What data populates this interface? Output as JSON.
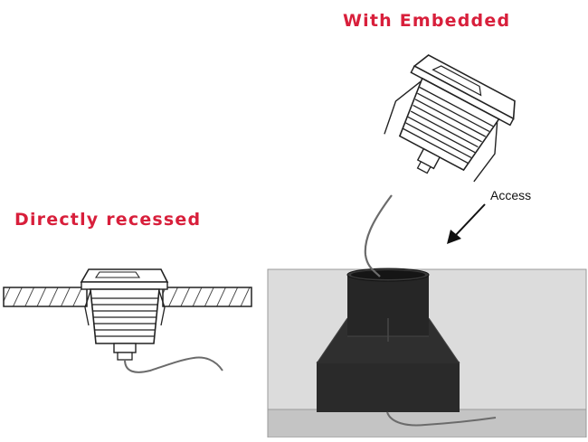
{
  "labels": {
    "embedded_title": "With Embedded",
    "recessed_title": "Directly recessed",
    "access_label": "Access"
  },
  "colors": {
    "title_red": "#d81f3b",
    "fixture_outline": "#222222",
    "cable_gray": "#6b6b6b",
    "embed_box_fill": "#2a2a2a",
    "ground_fill": "#dcdcdc",
    "ground_dark_fill": "#c4c4c4"
  }
}
